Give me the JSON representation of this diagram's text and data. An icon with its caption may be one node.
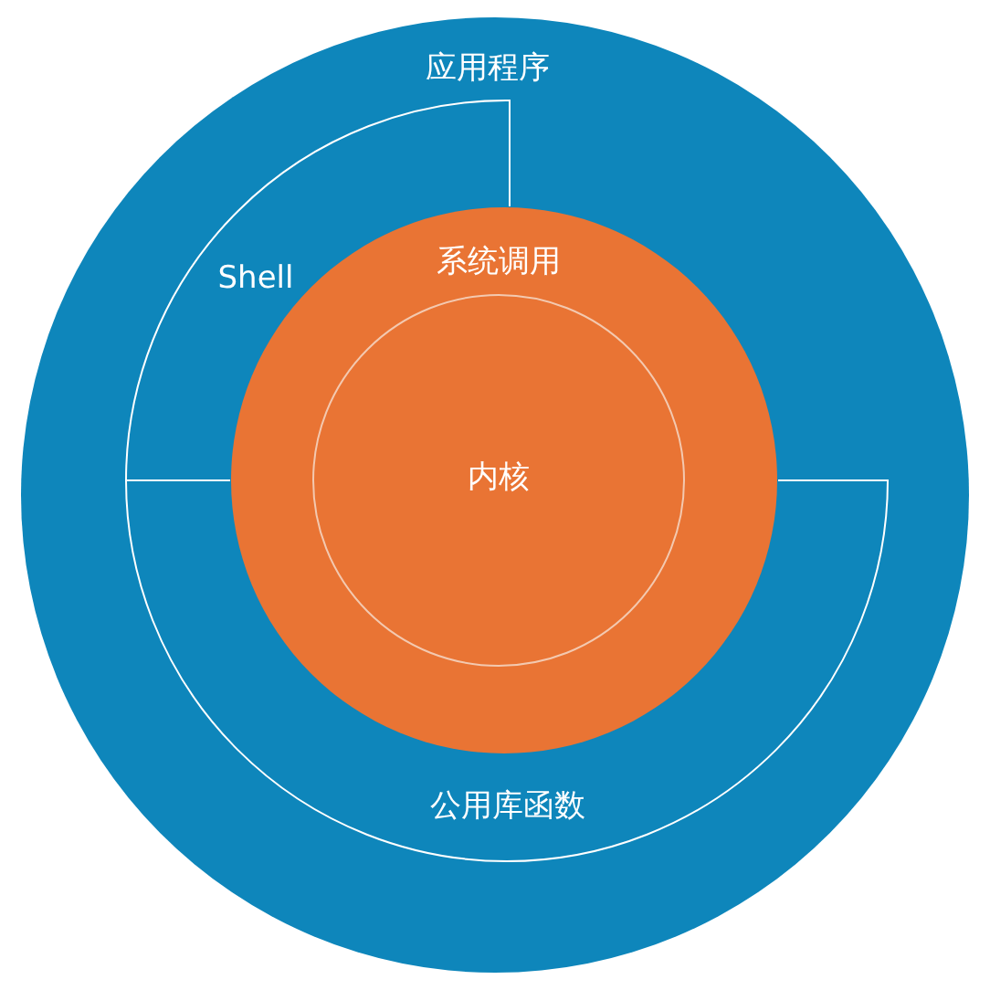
{
  "diagram": {
    "nodes": [
      {
        "text": [
          "应用程序"
        ]
      },
      {
        "text": [
          "Shell"
        ],
        "in": 0
      },
      {
        "text": [
          "公用库函数"
        ],
        "in": 0
      },
      {
        "text": [
          "系统调用"
        ],
        "in": 0
      },
      {
        "text": [
          "内核"
        ],
        "in": 3
      }
    ]
  }
}
